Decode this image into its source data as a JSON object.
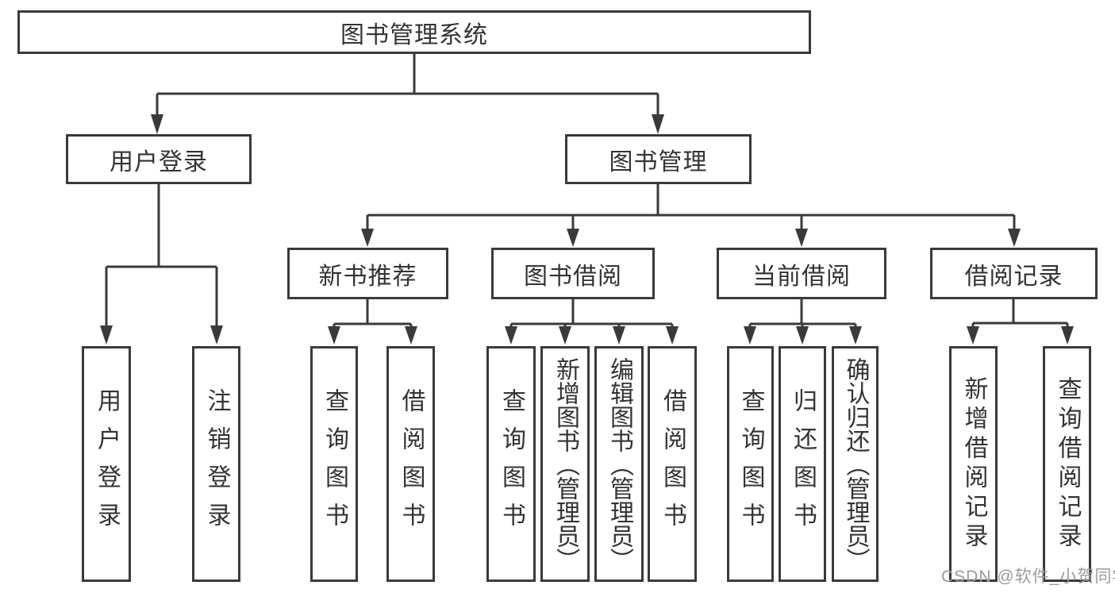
{
  "diagram": {
    "watermark": "CSDN @软件_小贺同学",
    "colors": {
      "line": "#3a3a3a",
      "text": "#333333",
      "background": "#ffffff",
      "watermark": "#9b9b9b"
    },
    "tree": {
      "label": "图书管理系统",
      "children": [
        {
          "label": "用户登录",
          "children": [
            {
              "label": "用户登录"
            },
            {
              "label": "注销登录"
            }
          ]
        },
        {
          "label": "图书管理",
          "children": [
            {
              "label": "新书推荐",
              "children": [
                {
                  "label": "查询图书"
                },
                {
                  "label": "借阅图书"
                }
              ]
            },
            {
              "label": "图书借阅",
              "children": [
                {
                  "label": "查询图书"
                },
                {
                  "label": "新增图书（管理员）"
                },
                {
                  "label": "编辑图书（管理员）"
                },
                {
                  "label": "借阅图书"
                }
              ]
            },
            {
              "label": "当前借阅",
              "children": [
                {
                  "label": "查询图书"
                },
                {
                  "label": "归还图书"
                },
                {
                  "label": "确认归还（管理员）"
                }
              ]
            },
            {
              "label": "借阅记录",
              "children": [
                {
                  "label": "新增借阅记录"
                },
                {
                  "label": "查询借阅记录"
                }
              ]
            }
          ]
        }
      ]
    }
  }
}
